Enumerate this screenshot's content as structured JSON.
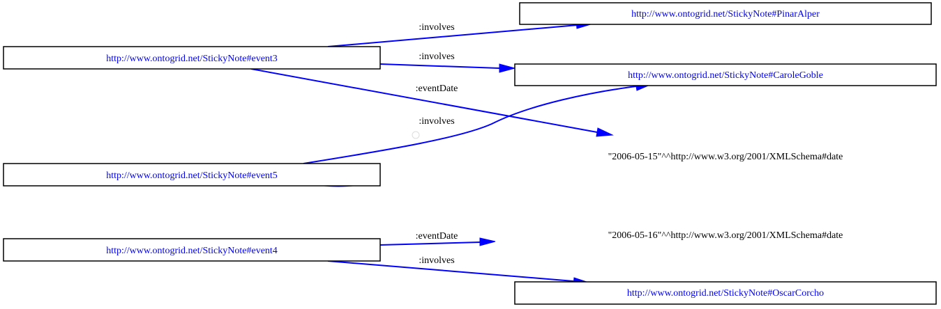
{
  "nodes": {
    "event3": "http://www.ontogrid.net/StickyNote#event3",
    "event5": "http://www.ontogrid.net/StickyNote#event5",
    "event4": "http://www.ontogrid.net/StickyNote#event4",
    "pinar": "http://www.ontogrid.net/StickyNote#PinarAlper",
    "carole": "http://www.ontogrid.net/StickyNote#CaroleGoble",
    "oscar": "http://www.ontogrid.net/StickyNote#OscarCorcho"
  },
  "literals": {
    "date1": "\"2006-05-15\"^^http://www.w3.org/2001/XMLSchema#date",
    "date2": "\"2006-05-16\"^^http://www.w3.org/2001/XMLSchema#date"
  },
  "edges": {
    "e3_pinar": ":involves",
    "e3_carole": ":involves",
    "e3_date": ":eventDate",
    "e5_carole": ":involves",
    "e4_date": ":eventDate",
    "e4_oscar": ":involves"
  },
  "colors": {
    "edge": "#0000ff",
    "link": "#0000ee",
    "box_border": "#000000"
  }
}
